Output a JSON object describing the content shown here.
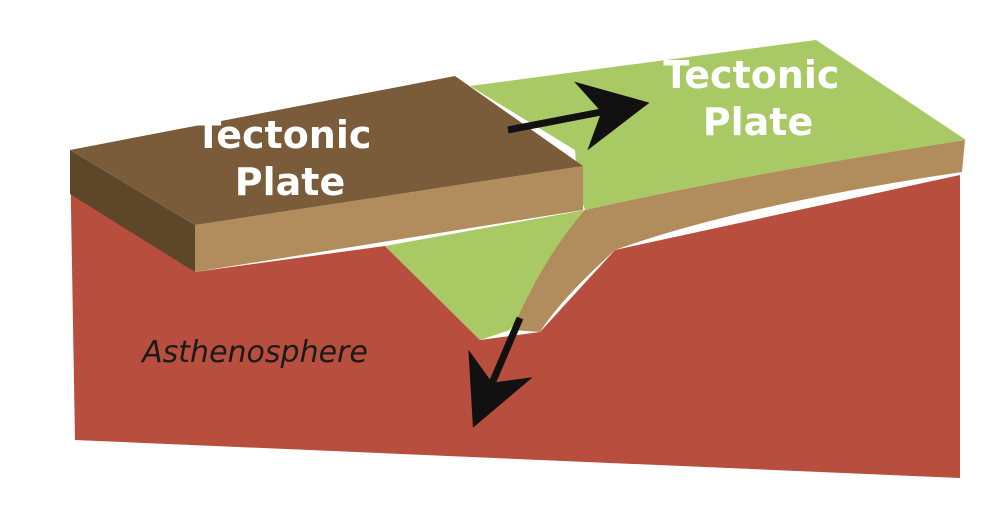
{
  "labels": {
    "left_plate": [
      "Tectonic",
      "Plate"
    ],
    "right_plate": [
      "Tectonic",
      "Plate"
    ],
    "layer": "Asthenosphere"
  },
  "colors": {
    "background": "#ffffff",
    "asthenosphere": "#b84e3e",
    "asthenosphere_front": "#bd5040",
    "left_plate_top": "#7a5b3a",
    "left_plate_side": "#5e4629",
    "left_plate_front": "#b18d5d",
    "right_plate_top": "#a8c964",
    "right_plate_crust": "#b18d5d",
    "arrow": "#111111"
  }
}
